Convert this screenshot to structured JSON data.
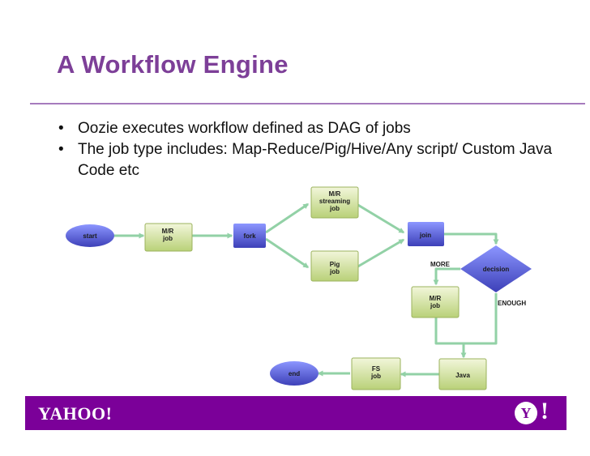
{
  "slide": {
    "title": "A Workflow Engine",
    "bullets": [
      "Oozie executes workflow defined as DAG of jobs",
      "The job type includes: Map-Reduce/Pig/Hive/Any script/ Custom Java Code etc"
    ],
    "bullet_glyph": "•"
  },
  "diagram": {
    "nodes": {
      "start": [
        "start"
      ],
      "mr_job": [
        "M/R",
        "job"
      ],
      "fork": [
        "fork"
      ],
      "mr_streaming": [
        "M/R",
        "streaming",
        "job"
      ],
      "pig_job": [
        "Pig",
        "job"
      ],
      "join": [
        "join"
      ],
      "decision": [
        "decision"
      ],
      "mr_job2": [
        "M/R",
        "job"
      ],
      "java": [
        "Java"
      ],
      "fs_job": [
        "FS",
        "job"
      ],
      "end": [
        "end"
      ]
    },
    "edge_labels": {
      "more": "MORE",
      "enough": "ENOUGH"
    },
    "colors": {
      "edge": "#92d1a6",
      "box_fill_top": "#f2f6da",
      "box_fill_bottom": "#b9d178",
      "box_stroke": "#9bb35e",
      "oval_fill_top": "#8c96ff",
      "oval_fill_bottom": "#3d40b8",
      "node_text": "#1a1a1a"
    }
  },
  "footer": {
    "brand": "YAHOO!",
    "badge_letter": "Y",
    "badge_bang": "!",
    "color": "#7b0099"
  }
}
